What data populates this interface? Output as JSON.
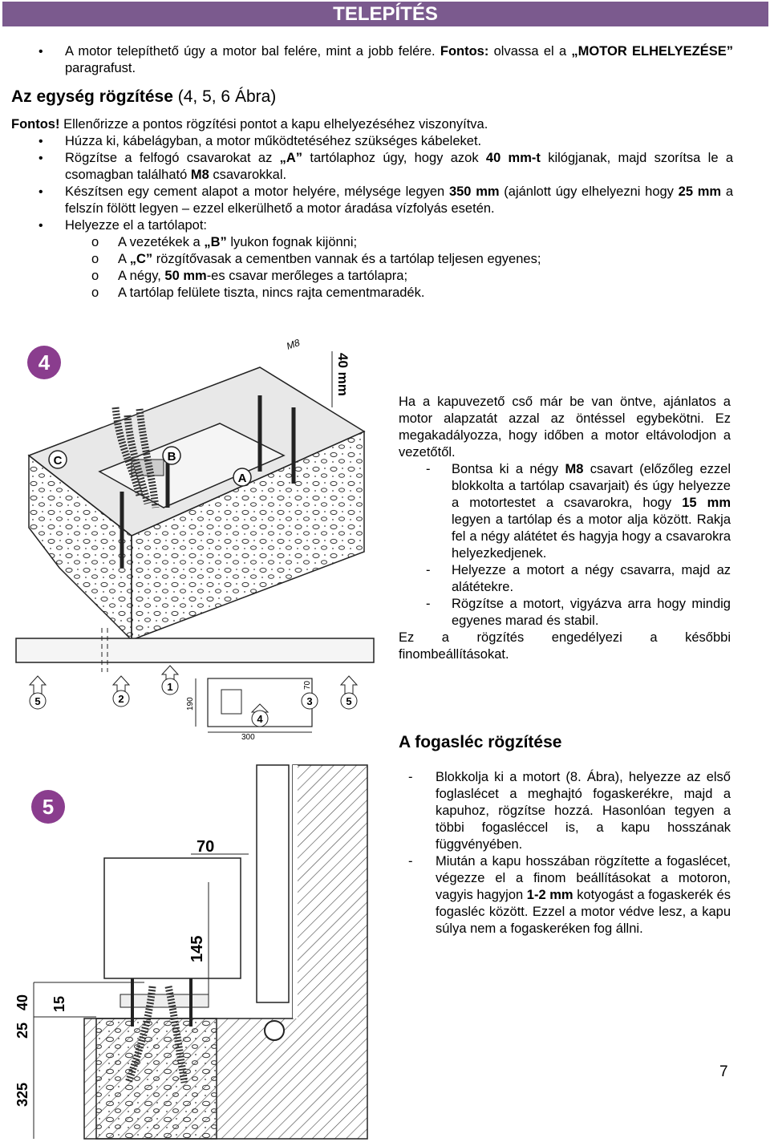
{
  "header": {
    "title": "TELEPÍTÉS"
  },
  "intro": {
    "b1_a": "A motor telepíthető úgy a motor bal felére, mint a jobb felére. ",
    "b1_b": "Fontos:",
    "b1_c": " olvassa el a ",
    "b1_d": "„MOTOR ELHELYEZÉSE”",
    "b1_e": " paragrafust."
  },
  "section1": {
    "title": "Az egység rögzítése",
    "title_ref": " (4, 5, 6 Ábra)",
    "fontos_a": "Fontos!",
    "fontos_b": " Ellenőrizze a pontos rögzítési pontot a kapu elhelyezéséhez viszonyítva.",
    "b1": "Húzza ki, kábelágyban, a motor működtetéséhez szükséges kábeleket.",
    "b2_a": "Rögzítse a felfogó csavarokat az ",
    "b2_b": "„A”",
    "b2_c": " tartólaphoz úgy, hogy azok ",
    "b2_d": "40 mm-t",
    "b2_e": " kilógjanak, majd szorítsa le a csomagban található ",
    "b2_f": "M8",
    "b2_g": " csavarokkal.",
    "b3_a": "Készítsen egy cement alapot a motor helyére, mélysége legyen ",
    "b3_b": "350 mm",
    "b3_c": " (ajánlott úgy elhelyezni hogy ",
    "b3_d": "25 mm",
    "b3_e": " a felszín fölött legyen – ezzel elkerülhető a motor áradása vízfolyás esetén.",
    "b4": "Helyezze el a tartólapot:",
    "s1_a": "A vezetékek a ",
    "s1_b": "„B”",
    "s1_c": " lyukon fognak kijönni;",
    "s2_a": "A ",
    "s2_b": "„C”",
    "s2_c": " rözgítővasak a cementben vannak és a tartólap teljesen egyenes;",
    "s3_a": "A négy, ",
    "s3_b": "50 mm",
    "s3_c": "-es csavar merőleges a tartólapra;",
    "s4": "A tartólap felülete tiszta, nincs rajta cementmaradék."
  },
  "right1": {
    "p1": "Ha a kapuvezető cső már be van öntve, ajánlatos a motor alapzatát azzal az öntéssel egybekötni. Ez megakadályozza, hogy időben a motor eltávolodjon a vezetőtől.",
    "d1_a": "Bontsa ki a négy ",
    "d1_b": "M8",
    "d1_c": " csavart (előzőleg ezzel blokkolta a tartólap csavarjait) és úgy helyezze a motortestet a csavarokra, hogy ",
    "d1_d": "15 mm",
    "d1_e": " legyen a tartólap és a motor alja között. Rakja fel a négy alátétet és hagyja hogy a csavarokra helyezkedjenek.",
    "d2": "Helyezze a motort a négy csavarra, majd az alátétekre.",
    "d3": "Rögzítse a motort, vigyázva arra hogy mindig egyenes marad és stabil.",
    "p2_line1": "Ez a rögzítés engedélyezi a későbbi",
    "p2_line2": "finombeállításokat."
  },
  "section2": {
    "title": "A fogasléc rögzítése",
    "d1": "Blokkolja ki a motort (8. Ábra), helyezze az első foglaslécet a meghajtó fogaskerékre, majd a kapuhoz, rögzítse hozzá. Hasonlóan tegyen a többi fogasléccel is, a kapu hosszának függvényében.",
    "d2_a": "Miután a kapu hosszában rögzítette a fogaslécet, végezze el a finom beállításokat a motoron, vagyis hagyjon ",
    "d2_b": "1-2 mm",
    "d2_c": " kotyogást a fogaskerék és fogasléc között. Ezzel a motor védve lesz, a kapu súlya nem a fogaskeréken fog állni."
  },
  "figure4": {
    "number": "4",
    "label_m8": "M8",
    "label_40mm": "40 mm",
    "label_a": "A",
    "label_b": "B",
    "label_c": "C",
    "dim_190": "190",
    "dim_70": "70",
    "dim_300": "300",
    "arrow_1": "1",
    "arrow_2": "2",
    "arrow_3": "3",
    "arrow_4": "4",
    "arrow_5a": "5",
    "arrow_5b": "5"
  },
  "figure5": {
    "number": "5",
    "dim_70": "70",
    "dim_145": "145",
    "dim_40": "40",
    "dim_15": "15",
    "dim_25": "25",
    "dim_325": "325"
  },
  "page_number": "7",
  "colors": {
    "accent": "#7b5a8e",
    "badge": "#8a3d8e"
  }
}
